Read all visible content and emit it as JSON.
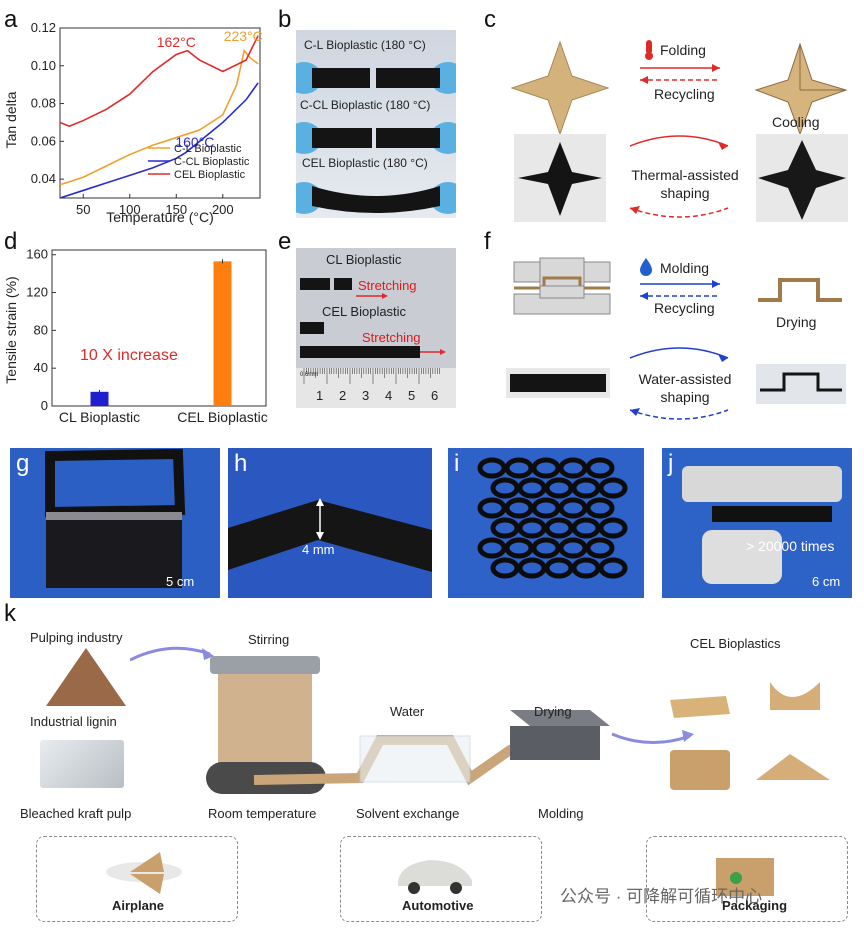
{
  "panels": {
    "a": "a",
    "b": "b",
    "c": "c",
    "d": "d",
    "e": "e",
    "f": "f",
    "g": "g",
    "h": "h",
    "i": "i",
    "j": "j",
    "k": "k"
  },
  "chart_data": [
    {
      "type": "line",
      "ylabel": "Tan delta",
      "xlabel": "Temperature (°C)",
      "xlim": [
        25,
        240
      ],
      "ylim": [
        0.03,
        0.12
      ],
      "xticks": [
        50,
        100,
        150,
        200
      ],
      "yticks": [
        0.04,
        0.06,
        0.08,
        0.1,
        0.12
      ],
      "ytick_labels": [
        "0.04",
        "0.06",
        "0.08",
        "0.10",
        "0.12"
      ],
      "grid": false,
      "legend": "bottom-right",
      "series": [
        {
          "name": "C-L Bioplastic",
          "color": "#f0a030",
          "x": [
            25,
            50,
            75,
            100,
            125,
            150,
            175,
            200,
            215,
            223,
            230,
            238
          ],
          "y": [
            0.037,
            0.041,
            0.047,
            0.053,
            0.058,
            0.062,
            0.066,
            0.074,
            0.09,
            0.108,
            0.104,
            0.101
          ]
        },
        {
          "name": "C-CL Bioplastic",
          "color": "#2a2ad0",
          "x": [
            25,
            50,
            75,
            100,
            125,
            150,
            160,
            175,
            200,
            225,
            238
          ],
          "y": [
            0.03,
            0.034,
            0.038,
            0.042,
            0.046,
            0.051,
            0.054,
            0.06,
            0.07,
            0.082,
            0.091
          ]
        },
        {
          "name": "CEL Bioplastic",
          "color": "#e02a2a",
          "x": [
            25,
            35,
            50,
            75,
            100,
            125,
            150,
            162,
            175,
            200,
            225,
            238
          ],
          "y": [
            0.07,
            0.068,
            0.071,
            0.077,
            0.085,
            0.097,
            0.106,
            0.108,
            0.103,
            0.097,
            0.103,
            0.116
          ]
        }
      ],
      "annotations": [
        {
          "text": "162°C",
          "color": "#e02a2a",
          "x": 150,
          "y": 0.11
        },
        {
          "text": "223°C",
          "color": "#f0a030",
          "x": 222,
          "y": 0.113
        },
        {
          "text": "160°C",
          "color": "#2a2ad0",
          "x": 170,
          "y": 0.057
        }
      ]
    },
    {
      "type": "bar",
      "ylabel": "Tensile strain (%)",
      "categories": [
        "CL Bioplastic",
        "CEL Bioplastic"
      ],
      "values": [
        15,
        153
      ],
      "colors": [
        "#1f1fd0",
        "#ff7f0e"
      ],
      "ylim": [
        0,
        165
      ],
      "yticks": [
        0,
        40,
        80,
        120,
        160
      ],
      "annotation": "10 X increase"
    }
  ],
  "b": {
    "labels": [
      "C-L Bioplastic (180 °C)",
      "C-CL Bioplastic (180 °C)",
      "CEL Bioplastic (180 °C)"
    ]
  },
  "c": {
    "folding": "Folding",
    "recycling": "Recycling",
    "cooling": "Cooling",
    "shaping": "Thermal-assisted shaping"
  },
  "e": {
    "cl": "CL Bioplastic",
    "cel": "CEL Bioplastic",
    "stretch1": "Stretching",
    "stretch2": "Stretching",
    "ruler": [
      "1",
      "2",
      "3",
      "4",
      "5",
      "6"
    ],
    "ruler_unit": "0.6mm"
  },
  "f": {
    "molding": "Molding",
    "recycling": "Recycling",
    "drying": "Drying",
    "shaping": "Water-assisted shaping"
  },
  "g": {
    "scale": "5 cm"
  },
  "h": {
    "dim": "4 mm"
  },
  "j": {
    "times": "> 20000 times",
    "scale": "6 cm"
  },
  "k": {
    "pulping": "Pulping industry",
    "lignin": "Industrial lignin",
    "pulp": "Bleached kraft pulp",
    "stirring": "Stirring",
    "room": "Room temperature",
    "water": "Water",
    "solvent": "Solvent exchange",
    "drying": "Drying",
    "molding": "Molding",
    "cel": "CEL Bioplastics",
    "apps": [
      "Airplane",
      "Automotive",
      "Packaging"
    ],
    "watermark": "公众号 · 可降解可循环中心"
  }
}
